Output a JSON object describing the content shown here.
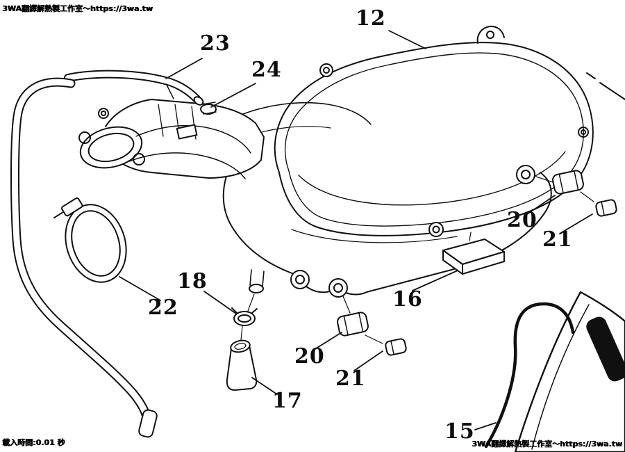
{
  "watermarks": {
    "top_left": "3WA翻譯解熱製工作室～https://3wa.tw",
    "bottom_right": "3WA翻譯解熱製工作室～https://3wa.tw",
    "load_time": "載入時間:0.01 秒"
  },
  "part_labels": [
    {
      "number": "12"
    },
    {
      "number": "23"
    },
    {
      "number": "24"
    },
    {
      "number": "22"
    },
    {
      "number": "18"
    },
    {
      "number": "17"
    },
    {
      "number": "20"
    },
    {
      "number": "21"
    },
    {
      "number": "16"
    },
    {
      "number": "20"
    },
    {
      "number": "21"
    },
    {
      "number": "15"
    }
  ]
}
